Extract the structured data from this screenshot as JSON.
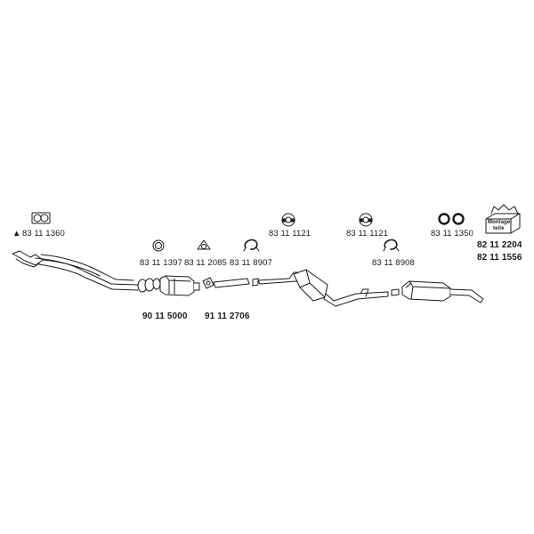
{
  "parts": {
    "gasket_double": {
      "number": "83 11 1360",
      "marker": "▲"
    },
    "ring_small": {
      "number": "83 11 1397"
    },
    "gasket_triangle": {
      "number": "83 11 2085"
    },
    "clamp_1": {
      "number": "83 11 8907"
    },
    "rubber_mount_1": {
      "number": "83 11 1121"
    },
    "rubber_mount_2": {
      "number": "83 11 1121"
    },
    "clamp_2": {
      "number": "83 11 8908"
    },
    "rubber_rings": {
      "number": "83 11 1350"
    },
    "mounting_kit": {
      "number_1": "82 11 2204",
      "number_2": "82 11 1556",
      "box_text_1": "Montage-",
      "box_text_2": "teile"
    },
    "front_pipe": {
      "number": "90 11 5000"
    },
    "catalytic_converter": {
      "number": "91 11 2706"
    }
  },
  "colors": {
    "line": "#1a1a1a",
    "fill": "#ffffff"
  }
}
